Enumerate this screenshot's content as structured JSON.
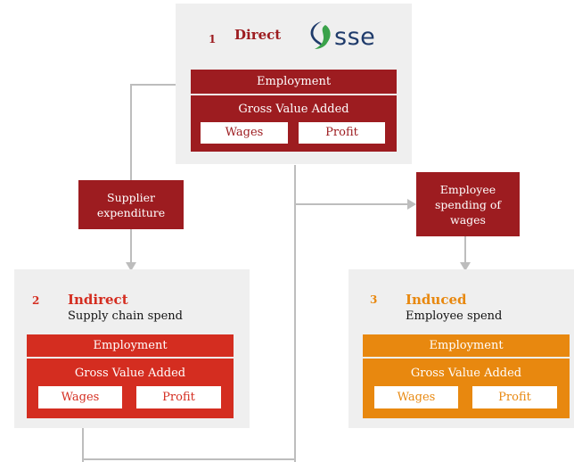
{
  "colors": {
    "direct": "#9d1c20",
    "indirect": "#d42d20",
    "induced": "#e8880f",
    "panel": "#efefef",
    "connector": "#bdbdbd"
  },
  "direct": {
    "number": "1",
    "title": "Direct",
    "logo": {
      "text": "sse",
      "icon": "sse-swirl-icon"
    },
    "employment": "Employment",
    "gva": "Gross Value Added",
    "wages": "Wages",
    "profit": "Profit"
  },
  "indirect": {
    "number": "2",
    "title": "Indirect",
    "subtitle": "Supply chain spend",
    "employment": "Employment",
    "gva": "Gross Value Added",
    "wages": "Wages",
    "profit": "Profit"
  },
  "induced": {
    "number": "3",
    "title": "Induced",
    "subtitle": "Employee spend",
    "employment": "Employment",
    "gva": "Gross Value Added",
    "wages": "Wages",
    "profit": "Profit"
  },
  "flows": {
    "supplier": "Supplier\nexpenditure",
    "employee": "Employee\nspending of\nwages"
  }
}
